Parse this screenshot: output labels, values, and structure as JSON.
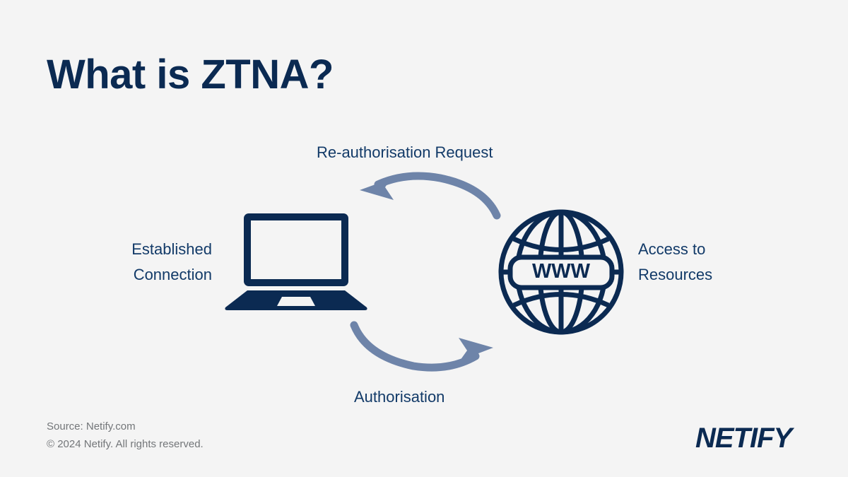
{
  "theme": {
    "background": "#f4f4f4",
    "navy": "#0b2a52",
    "label_navy": "#123a68",
    "arrow_slate": "#6e84a9",
    "footer_gray": "#737679"
  },
  "title": "What is ZTNA?",
  "diagram": {
    "label_top": "Re-authorisation Request",
    "label_bottom": "Authorisation",
    "label_left": [
      "Established",
      "Connection"
    ],
    "label_right": [
      "Access to",
      "Resources"
    ],
    "nodes": [
      {
        "name": "laptop",
        "icon": "laptop-icon"
      },
      {
        "name": "internet",
        "icon": "globe-www-icon",
        "text": "WWW"
      }
    ],
    "flows": [
      {
        "name": "re-authorisation-request",
        "direction": "globe-to-laptop",
        "label": "Re-authorisation Request"
      },
      {
        "name": "authorisation",
        "direction": "laptop-to-globe",
        "label": "Authorisation"
      }
    ]
  },
  "footer": {
    "source": "Source: Netify.com",
    "copyright": "© 2024 Netify. All rights reserved."
  },
  "brand": {
    "logo_text": "NETIFY"
  }
}
